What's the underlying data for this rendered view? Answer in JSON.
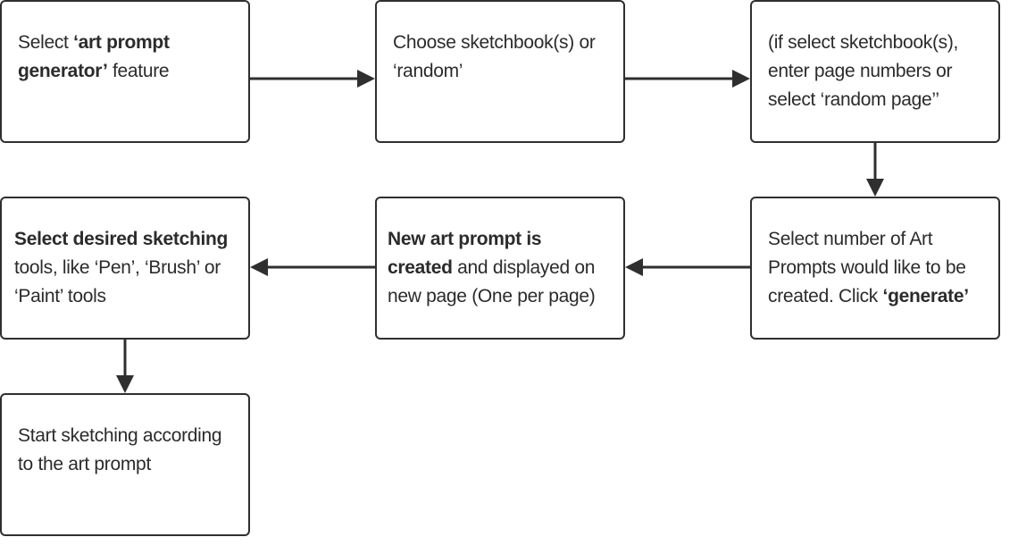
{
  "colors": {
    "stroke": "#2f2f2f",
    "text": "#2b2b2b",
    "background": "#ffffff"
  },
  "steps": [
    {
      "id": "step-1",
      "parts": [
        {
          "text": "Select ",
          "bold": false
        },
        {
          "text": "‘art prompt generator’",
          "bold": true
        },
        {
          "text": " feature",
          "bold": false
        }
      ]
    },
    {
      "id": "step-2",
      "parts": [
        {
          "text": "Choose sketchbook(s) or ‘random’",
          "bold": false
        }
      ]
    },
    {
      "id": "step-3",
      "parts": [
        {
          "text": "(if select sketchbook(s), enter page numbers or select ‘random page’’",
          "bold": false
        }
      ]
    },
    {
      "id": "step-4",
      "parts": [
        {
          "text": "Select number of Art Prompts would like to be created. Click ",
          "bold": false
        },
        {
          "text": "‘generate’",
          "bold": true
        }
      ]
    },
    {
      "id": "step-5",
      "parts": [
        {
          "text": "New art prompt is created",
          "bold": true
        },
        {
          "text": " and displayed on new page (One per page)",
          "bold": false
        }
      ]
    },
    {
      "id": "step-6",
      "parts": [
        {
          "text": "Select desired sketching",
          "bold": true
        },
        {
          "text": " tools, like ‘Pen’, ‘Brush’ or ‘Paint’ tools",
          "bold": false
        }
      ]
    },
    {
      "id": "step-7",
      "parts": [
        {
          "text": "Start sketching according to the art prompt",
          "bold": false
        }
      ]
    }
  ],
  "connections": [
    {
      "from": "step-1",
      "to": "step-2"
    },
    {
      "from": "step-2",
      "to": "step-3"
    },
    {
      "from": "step-3",
      "to": "step-4"
    },
    {
      "from": "step-4",
      "to": "step-5"
    },
    {
      "from": "step-5",
      "to": "step-6"
    },
    {
      "from": "step-6",
      "to": "step-7"
    }
  ]
}
